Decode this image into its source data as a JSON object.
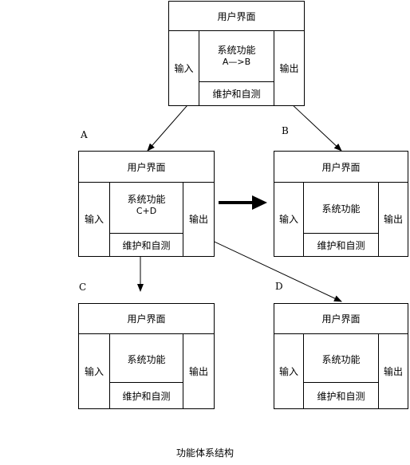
{
  "boxes": {
    "top": {
      "header": "用户界面",
      "input": "输入",
      "function": "系统功能",
      "operation": "A—>B",
      "maintenance": "维护和自测",
      "output": "输出"
    },
    "a": {
      "header": "用户界面",
      "input": "输入",
      "function": "系统功能",
      "operation": "C+D",
      "maintenance": "维护和自测",
      "output": "输出"
    },
    "b": {
      "header": "用户界面",
      "input": "输入",
      "function": "系统功能",
      "maintenance": "维护和自测",
      "output": "输出"
    },
    "c": {
      "header": "用户界面",
      "input": "输入",
      "function": "系统功能",
      "maintenance": "维护和自测",
      "output": "输出"
    },
    "d": {
      "header": "用户界面",
      "input": "输入",
      "function": "系统功能",
      "maintenance": "维护和自测",
      "output": "输出"
    }
  },
  "labels": {
    "a": "A",
    "b": "B",
    "c": "C",
    "d": "D"
  },
  "caption": "功能体系结构"
}
